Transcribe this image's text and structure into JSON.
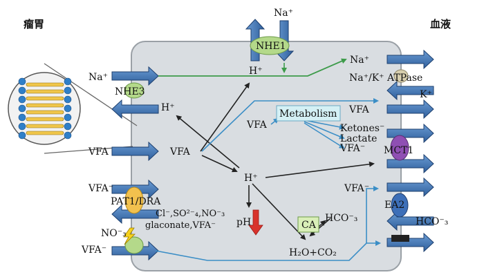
{
  "labels": {
    "rumen": "瘤胃",
    "blood": "血液",
    "na_top": "Na⁺",
    "nhe1": "NHE1",
    "h_top": "H⁺",
    "na_left": "Na⁺",
    "nhe3": "NHE3",
    "h_left": "H⁺",
    "na_right": "Na⁺",
    "nak_atpase": "Na⁺/K⁺ ATPase",
    "k_right": "K⁺",
    "vfa_right": "VFA",
    "metabolism": "Metabolism",
    "vfa_mid": "VFA",
    "ketones": "Ketones⁻",
    "lactate": "Lactate",
    "vfa_minus_mid": "VFA⁻",
    "mct1": "MCT1",
    "vfa_left": "VFA",
    "vfa_center": "VFA",
    "h_center": "H⁺",
    "vfa_minus_left": "VFA⁻",
    "pat1": "PAT1/DRA",
    "anions_line1": "Cl⁻,SO²⁻₄,NO⁻₃",
    "anions_line2": "glaconate,VFA⁻",
    "ph": "pH",
    "ca": "CA",
    "hco3_mid": "HCO⁻₃",
    "h2o_co2": "H₂O+CO₂",
    "vfa_minus_right": "VFA⁻",
    "ea2": "EA2",
    "hco3_right": "HCO⁻₃",
    "no3": "NO⁻₃",
    "vfa_minus_bottom": "VFA⁻"
  },
  "colors": {
    "membrane_fill": "#d9dde1",
    "membrane_stroke": "#9aa0a6",
    "transport_arrow": "#3f74b2",
    "transport_arrow_edge": "#1d3f6e",
    "green_line": "#3d9b4a",
    "blue_line": "#3b8ec6",
    "black_line": "#222222",
    "ph_arrow": "#d8322b",
    "nhe_oval": "#b4d98a",
    "pat1_oval": "#f2c14e",
    "mct1_oval": "#8f4fb3",
    "ea2_oval": "#3d6fb8",
    "metabolism_box": "#d4f0f5",
    "ca_box": "#d9efb8"
  }
}
